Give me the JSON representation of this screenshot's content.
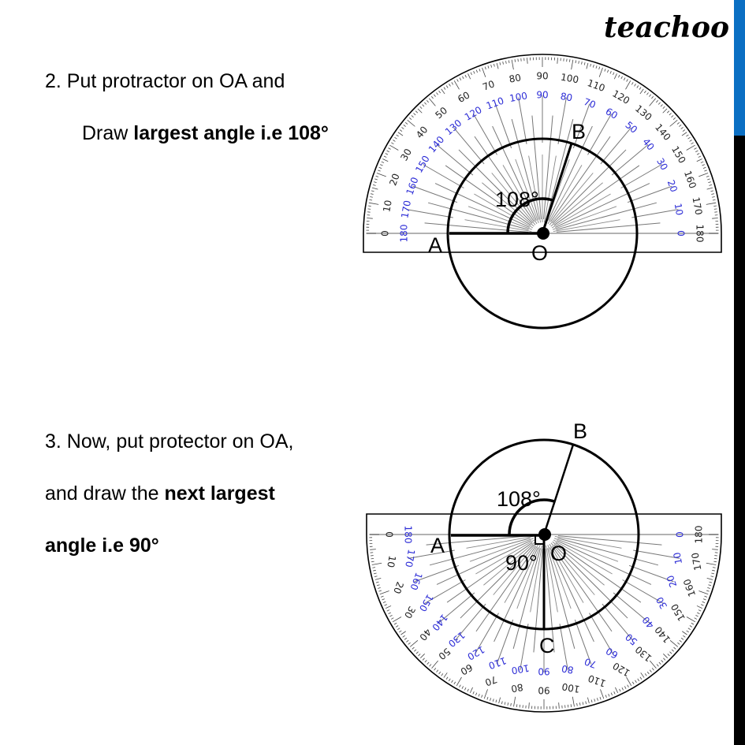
{
  "brand": {
    "logo_text": "teachoo",
    "rail_colors": {
      "accent": "#0b6fc3",
      "dark": "#000000"
    }
  },
  "step2": {
    "line1": "2. Put protractor on OA and",
    "line2_prefix": "Draw ",
    "line2_bold": "largest angle i.e 108°"
  },
  "step3": {
    "line1": "3. Now, put protector on OA,",
    "line2_prefix": "and draw the ",
    "line2_bold": "next largest",
    "line3_bold": "angle i.e 90°"
  },
  "figure1": {
    "labels": {
      "a": "A",
      "o": "O",
      "b": "B",
      "angle": "108°"
    },
    "outer_scale": [
      "0",
      "10",
      "20",
      "30",
      "40",
      "50",
      "60",
      "70",
      "80",
      "90",
      "100",
      "110",
      "120",
      "130",
      "140",
      "150",
      "160",
      "170",
      "180"
    ],
    "inner_scale": [
      "180",
      "170",
      "160",
      "150",
      "140",
      "130",
      "120",
      "110",
      "100",
      "90",
      "80",
      "70",
      "60",
      "50",
      "40",
      "30",
      "20",
      "10",
      "0"
    ],
    "colors": {
      "outer_scale": "#222222",
      "inner_scale": "#2b2bd6"
    }
  },
  "figure2": {
    "labels": {
      "a": "A",
      "o": "O",
      "b": "B",
      "c": "C",
      "angle1": "108°",
      "angle2": "90°"
    },
    "outer_scale": [
      "0",
      "10",
      "20",
      "30",
      "40",
      "50",
      "60",
      "70",
      "80",
      "90",
      "100",
      "110",
      "120",
      "130",
      "140",
      "150",
      "160",
      "170",
      "180"
    ],
    "inner_scale": [
      "180",
      "170",
      "160",
      "150",
      "140",
      "130",
      "120",
      "110",
      "100",
      "90",
      "80",
      "70",
      "60",
      "50",
      "40",
      "30",
      "20",
      "10",
      "0"
    ],
    "colors": {
      "outer_scale": "#222222",
      "inner_scale": "#2b2bd6"
    }
  }
}
